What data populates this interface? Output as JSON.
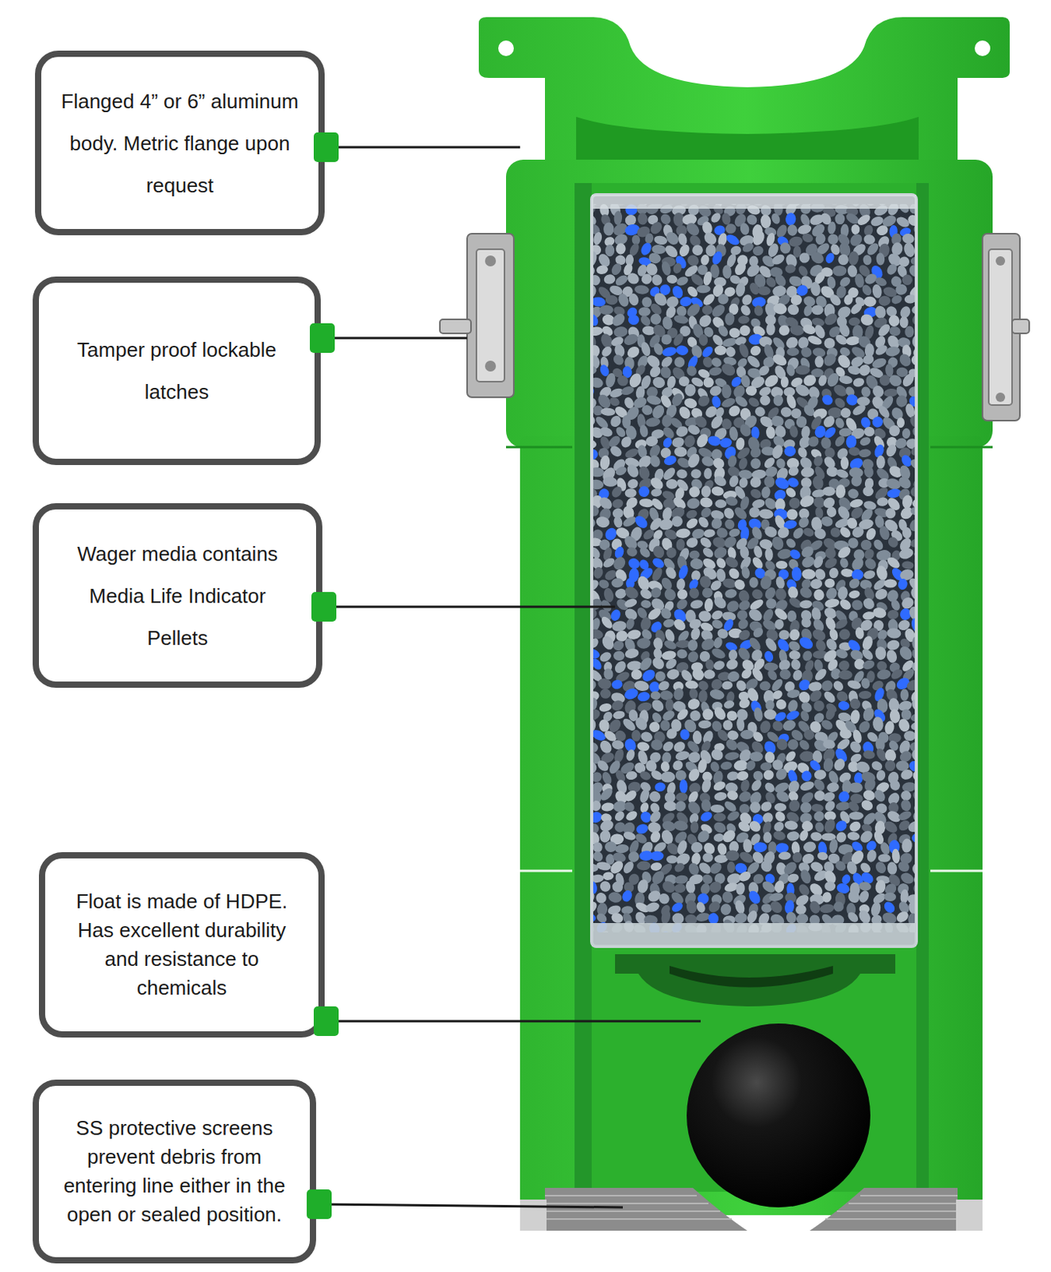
{
  "diagram": {
    "nodes": [
      {
        "text": [
          "Flanged 4” or 6” aluminum body. Metric flange upon request"
        ]
      },
      {
        "text": [
          "Tamper proof lockable latches"
        ]
      },
      {
        "text": [
          "Wager media contains Media Life Indicator Pellets"
        ]
      },
      {
        "text": [
          "Float is made of HDPE. Has excellent durability and resistance to chemicals"
        ]
      },
      {
        "text": [
          "SS protective screens prevent debris from entering line either in the open or sealed position."
        ]
      }
    ]
  }
}
